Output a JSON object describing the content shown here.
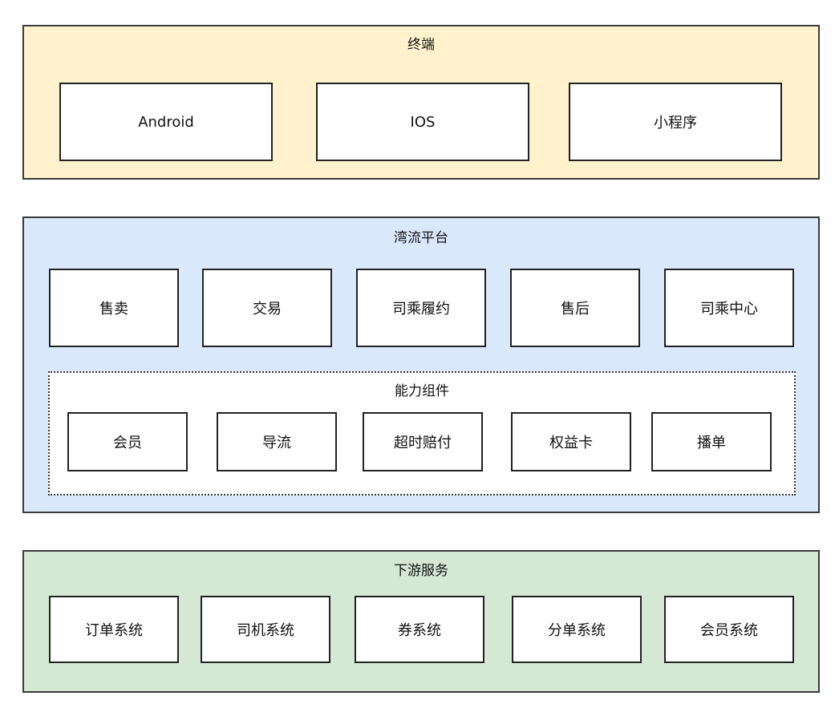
{
  "colors": {
    "terminal_fill": "#fff2cc",
    "platform_fill": "#dae8fc",
    "downstream_fill": "#d5e8d4",
    "border": "#3a3a3a",
    "watermark": "#cfcfcf"
  },
  "terminal": {
    "title": "终端",
    "items": [
      "Android",
      "IOS",
      "小程序"
    ]
  },
  "platform": {
    "title": "湾流平台",
    "items": [
      "售卖",
      "交易",
      "司乘履约",
      "售后",
      "司乘中心"
    ],
    "capability": {
      "title": "能力组件",
      "items": [
        "会员",
        "导流",
        "超时赔付",
        "权益卡",
        "播单"
      ]
    }
  },
  "downstream": {
    "title": "下游服务",
    "items": [
      "订单系统",
      "司机系统",
      "券系统",
      "分单系统",
      "会员系统"
    ]
  }
}
